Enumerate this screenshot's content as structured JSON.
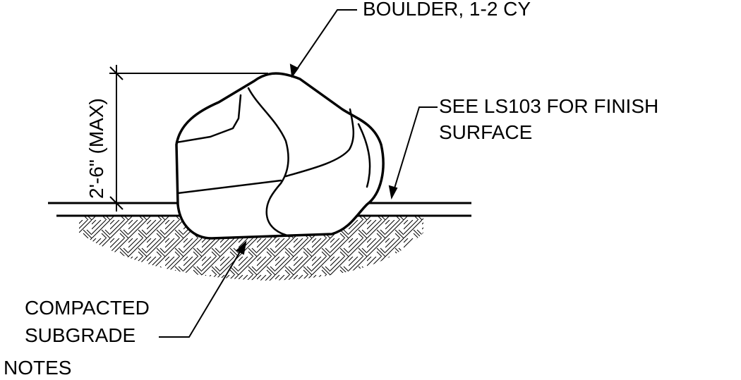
{
  "labels": {
    "boulder": "BOULDER, 1-2 CY",
    "finish_line1": "SEE LS103 FOR FINISH",
    "finish_line2": "SURFACE",
    "compacted_line1": "COMPACTED",
    "compacted_line2": "SUBGRADE",
    "dimension": "2'-6\" (MAX)",
    "notes": "NOTES"
  },
  "colors": {
    "linework": "#000000",
    "hatch": "#000000",
    "background": "#ffffff"
  }
}
